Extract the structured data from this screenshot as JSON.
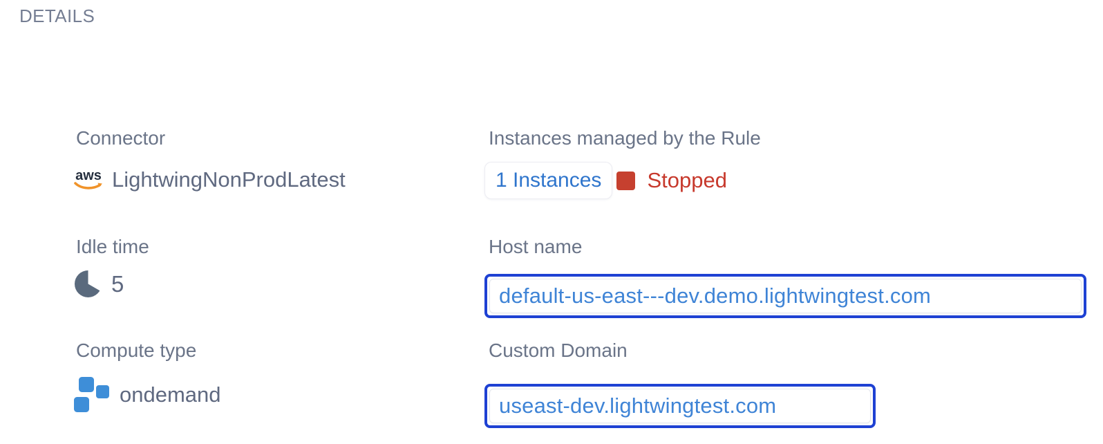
{
  "page": {
    "heading": "DETAILS"
  },
  "colors": {
    "heading_gray": "#757e93",
    "label_gray": "#6a7488",
    "value_slate": "#5f6980",
    "link_blue": "#3f84d6",
    "chip_link_blue": "#2f75cc",
    "focus_border_blue": "#1e41d3",
    "status_red": "#c6402f",
    "stopped_text_red": "#c7392c",
    "aws_navy": "#252f3e",
    "aws_orange": "#f0932a",
    "compute_blue": "#3e8ed8",
    "pie_slate": "#5a6a7d"
  },
  "left_column": {
    "connector": {
      "label": "Connector",
      "icon": "aws-icon",
      "aws_logo_text": "aws",
      "value": "LightwingNonProdLatest"
    },
    "idle_time": {
      "label": "Idle time",
      "icon": "pie-clock-icon",
      "value": "5"
    },
    "compute_type": {
      "label": "Compute type",
      "icon": "compute-squares-icon",
      "value": "ondemand"
    }
  },
  "right_column": {
    "instances": {
      "label": "Instances managed by the Rule",
      "count_link": "1 Instances",
      "status": "Stopped"
    },
    "host_name": {
      "label": "Host name",
      "value": "default-us-east---dev.demo.lightwingtest.com"
    },
    "custom_domain": {
      "label": "Custom Domain",
      "value": "useast-dev.lightwingtest.com"
    }
  }
}
